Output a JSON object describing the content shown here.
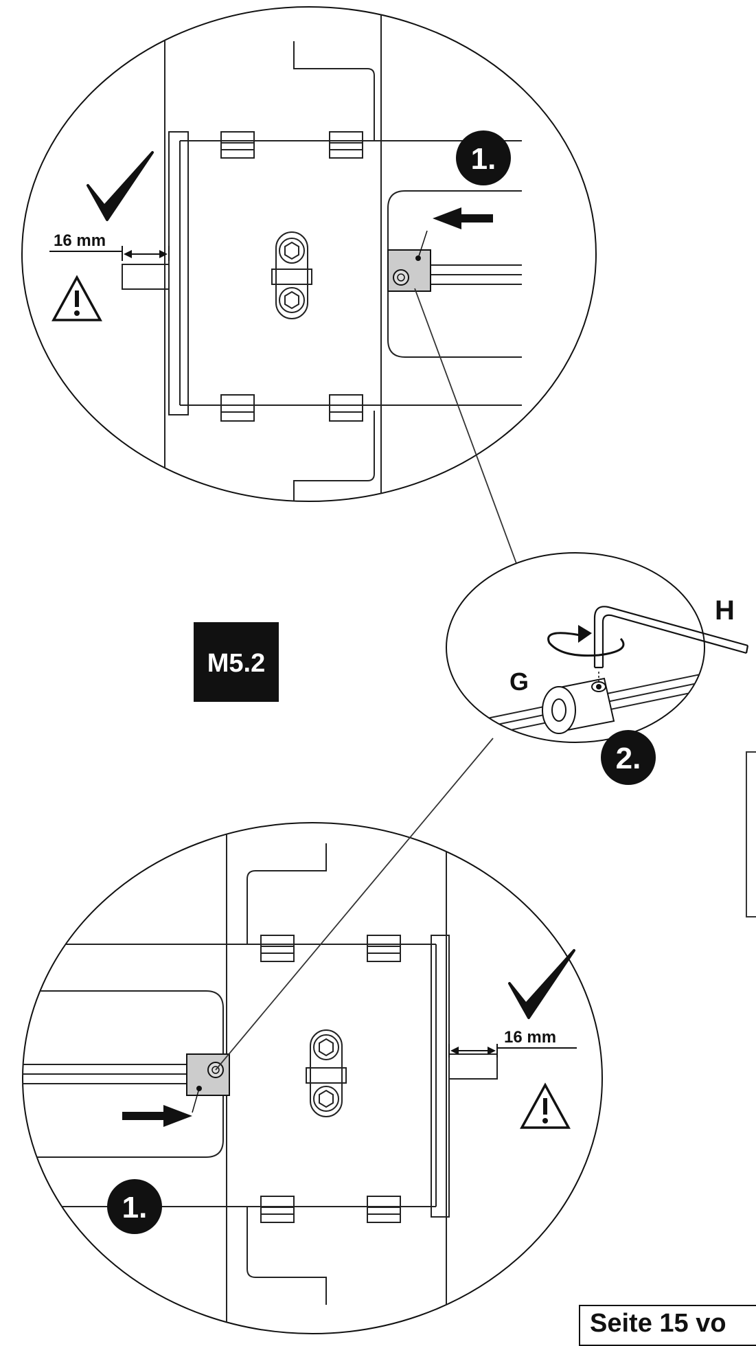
{
  "steps": {
    "step1_top": "1.",
    "step2": "2.",
    "step1_bottom": "1."
  },
  "dimensions": {
    "top_gap": "16 mm",
    "bottom_gap": "16 mm"
  },
  "parts": {
    "set_collar": "G",
    "hex_key": "H"
  },
  "module_code": "M5.2",
  "footer": {
    "page_text": "Seite 15 vo"
  },
  "icons": [
    "checkmark-icon",
    "warning-icon",
    "arrow-icon",
    "rotation-arrow-icon"
  ],
  "colors": {
    "line": "#111111",
    "fill_gray": "#cccccc",
    "badge": "#111111"
  }
}
